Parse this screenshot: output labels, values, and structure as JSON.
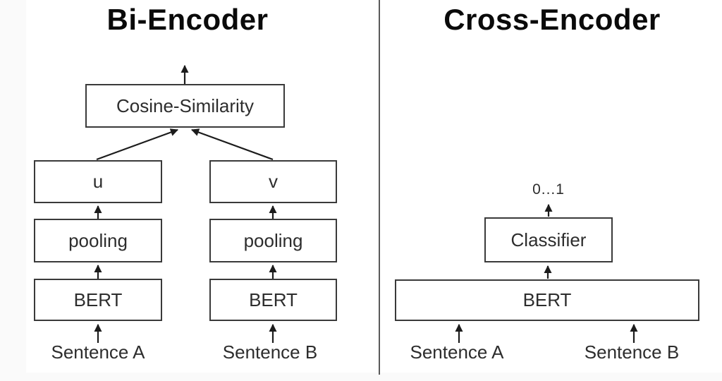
{
  "diagram": {
    "bi_encoder": {
      "title": "Bi-Encoder",
      "cosine_box_label": "Cosine-Similarity",
      "u_box_label": "u",
      "v_box_label": "v",
      "pooling_a_label": "pooling",
      "pooling_b_label": "pooling",
      "bert_a_label": "BERT",
      "bert_b_label": "BERT",
      "sentence_a_label": "Sentence A",
      "sentence_b_label": "Sentence B"
    },
    "cross_encoder": {
      "title": "Cross-Encoder",
      "output_range_label": "0...1",
      "classifier_box_label": "Classifier",
      "bert_box_label": "BERT",
      "sentence_a_label": "Sentence A",
      "sentence_b_label": "Sentence B"
    },
    "colors": {
      "background": "#ffffff",
      "margin": "#fafafa",
      "divider": "#5a5a5a",
      "box_border": "#3a3a3a",
      "box_fill": "#ffffff",
      "arrow": "#1c1c1c",
      "text": "#2d2d2d",
      "title_text": "#0a0a0a"
    }
  }
}
